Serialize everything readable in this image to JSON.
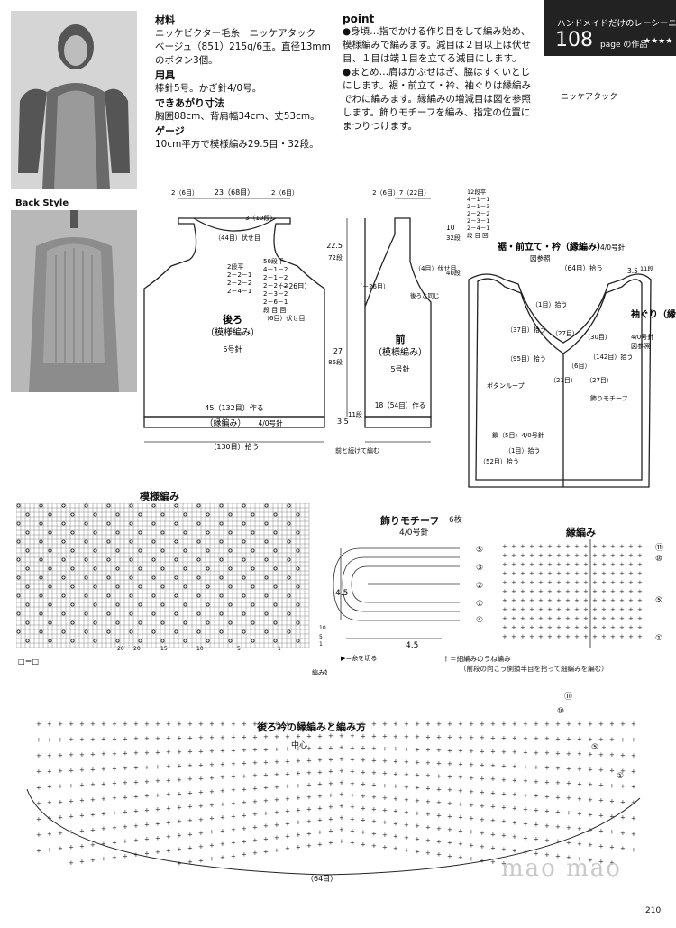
{
  "header": {
    "banner": "ハンドメイドだけのレーシーニット",
    "page_number": "108",
    "page_label": "page の作品",
    "stars": "★★★★",
    "brand": "ニッケアタック"
  },
  "materials": {
    "h_materials": "材料",
    "materials_text": "ニッケビクター毛糸　ニッケアタック　ベージュ（851）215g/6玉。直径13mmのボタン3個。",
    "h_tools": "用具",
    "tools_text": "棒針5号。かぎ針4/0号。",
    "h_size": "できあがり寸法",
    "size_text": "胸囲88cm、背肩幅34cm、丈53cm。",
    "h_gauge": "ゲージ",
    "gauge_text": "10cm平方で模様編み29.5目・32段。"
  },
  "point": {
    "title": "point",
    "p1": "●身頃…指でかける作り目をして編み始め、模様編みで編みます。減目は２目以上は伏せ目、１目は端１目を立てる減目にします。",
    "p2": "●まとめ…肩はかぶせはぎ、脇はすくいとじにします。裾・前立て・衿、袖ぐりは縁編みでわに編みます。縁編みの増減目は図を参照します。飾りモチーフを編み、指定の位置にまつりつけます。"
  },
  "photos": {
    "back_style": "Back Style"
  },
  "back": {
    "title": "後ろ",
    "pattern": "（模様編み）",
    "needle": "5号針",
    "top_width": "23（68目）",
    "shoulder_l": "2（6目）",
    "shoulder_r": "2（6目）",
    "neck_depth": "3（10段）",
    "neck_bind": "（44目）伏せ目",
    "neck_dec": [
      "2段平",
      "2－2－1",
      "2－2－2",
      "2－4－1"
    ],
    "arm_dec": [
      "50段平",
      "4－1－2",
      "2－1－2",
      "2－2－2",
      "2－3－2",
      "2－6－1",
      "段 目 回"
    ],
    "arm_bind": "（6目）伏せ目",
    "arm_minus": "（－26目）",
    "h_225": "22.5",
    "h_72": "72段",
    "h_27": "27",
    "h_86": "86段",
    "bottom_width": "45（132目）作る",
    "border": "（縁編み）",
    "border_needle": "4/0号針",
    "pickup": "（130目）拾う",
    "h_35": "3.5",
    "h_11": "11段"
  },
  "front": {
    "title": "前",
    "pattern": "（模様編み）",
    "needle": "5号針",
    "shoulder": "7（22目）",
    "shoulder_l": "2（6目）",
    "neck_dec": [
      "12段平",
      "4－1－1",
      "2－1－3",
      "2－2－2",
      "2－3－1",
      "2－4－1",
      "段 目 回"
    ],
    "h_10": "10",
    "h_32": "32段",
    "h_40": "40段",
    "front_4": "（4目）伏せ目",
    "arm_minus": "（－26目）",
    "same_as_back": "後ろと同じ",
    "bottom": "18（54目）作る",
    "continue": "前と続けて編む"
  },
  "assembly": {
    "title": "裾・前立て・衿（縁編み）",
    "needle": "4/0号針",
    "ref": "図参照",
    "collar_pick": "（64目）拾う",
    "sleeve_title": "袖ぐり（縁編み）",
    "sleeve_needle": "4/0号針",
    "sleeve_ref": "図参照",
    "s35": "3.5",
    "s11": "11段",
    "pick1": "（1目）拾う",
    "pick37": "（37目）拾う",
    "pick27": "（27目）",
    "pick30": "（30目）",
    "pick142": "（142目）拾う",
    "pick95": "（95目）拾う",
    "pick21": "（21目）",
    "pick27b": "（27目）",
    "pick6": "（6目）",
    "motif": "飾りモチーフ",
    "button_loop": "ボタンループ",
    "chain": "鎖（5目）4/0号針",
    "pick1b": "（1目）拾う",
    "pick52": "（52目）拾う"
  },
  "pattern_chart": {
    "title": "模様編み",
    "start": "編み始め",
    "legend": "□＝□",
    "col_labels": [
      "20",
      "20",
      "15",
      "10",
      "5",
      "1"
    ],
    "row_labels": [
      "10",
      "5",
      "1"
    ]
  },
  "motif_chart": {
    "title": "飾りモチーフ",
    "count": "6枚",
    "needle": "4/0号針",
    "w": "4.5",
    "h": "4.5",
    "rows": [
      "⑤",
      "④",
      "③",
      "②",
      "①"
    ],
    "cut": "▶＝糸を切る",
    "note": "† ＝細編みのうね編み",
    "note2": "（前段の向こう側鎖半目を拾って細編みを編む）"
  },
  "border_chart": {
    "title": "縁編み",
    "rows": [
      "⑪",
      "⑩",
      "⑤",
      "①"
    ]
  },
  "collar_chart": {
    "title": "後ろ衿の縁編みと編み方",
    "center": "中心",
    "count": "（64目）",
    "rows": [
      "⑪",
      "⑩",
      "⑤",
      "①"
    ]
  },
  "watermark": "mao mao",
  "page_no": "210"
}
